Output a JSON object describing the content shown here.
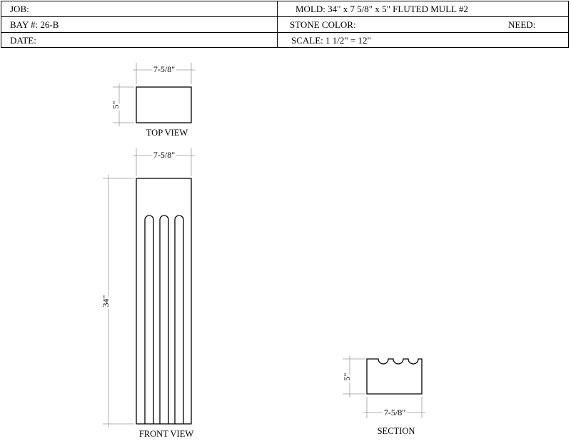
{
  "title_block": {
    "job_label": "JOB:",
    "mold": "MOLD: 34\" x 7 5/8\" x 5\" FLUTED MULL #2",
    "bay": "BAY #: 26-B",
    "stone_color": "STONE COLOR:",
    "need": "NEED:",
    "date_label": "DATE:",
    "scale": "SCALE:  1 1/2\" = 12\""
  },
  "views": {
    "top": {
      "label": "TOP VIEW",
      "width_dim": "7-5/8\"",
      "depth_dim": "5\""
    },
    "front": {
      "label": "FRONT VIEW",
      "width_dim": "7-5/8\"",
      "height_dim": "34\"",
      "flute_count": 3
    },
    "section": {
      "label": "SECTION",
      "width_dim": "7-5/8\"",
      "depth_dim": "5\""
    }
  }
}
